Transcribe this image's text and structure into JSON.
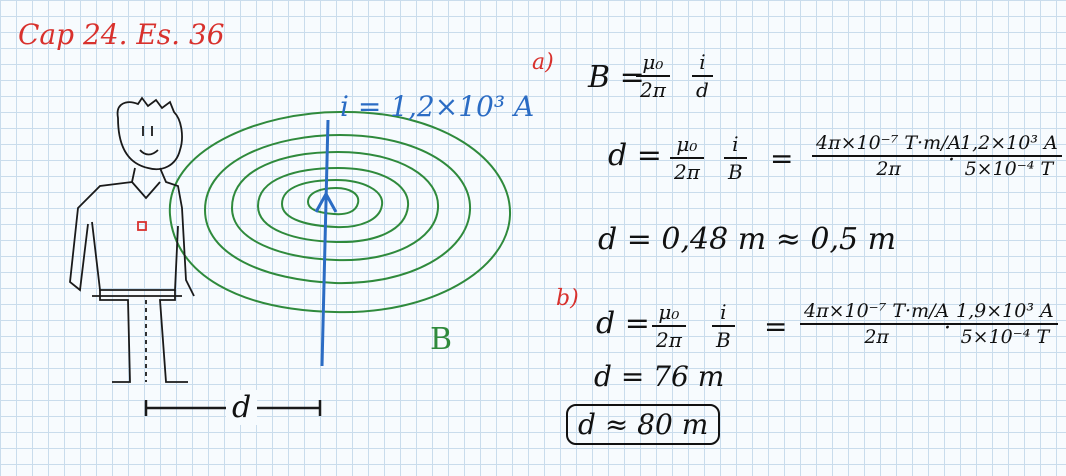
{
  "header": {
    "title": "Cap 24. Es. 36"
  },
  "diagram": {
    "current_label": "i = 1,2×10³ A",
    "field_label": "B",
    "distance_label": "d",
    "colors": {
      "current": "#2b6cc4",
      "field": "#2f8a3c",
      "title": "#d8312d",
      "ink": "#111111"
    }
  },
  "part_a": {
    "label": "a)",
    "formula": {
      "lhs": "B =",
      "mu0": "μ₀",
      "two_pi": "2π",
      "i": "i",
      "d": "d"
    },
    "solve": {
      "lhs": "d =",
      "mu0": "μ₀",
      "two_pi": "2π",
      "i": "i",
      "B": "B",
      "eq": "=",
      "num": "4π×10⁻⁷ T·m/A",
      "den": "2π",
      "dot": "·",
      "num2": "1,2×10³ A",
      "den2": "5×10⁻⁴ T"
    },
    "result": "d = 0,48 m ≈ 0,5 m"
  },
  "part_b": {
    "label": "b)",
    "solve": {
      "lhs": "d =",
      "mu0": "μ₀",
      "two_pi": "2π",
      "i": "i",
      "B": "B",
      "eq": "=",
      "num": "4π×10⁻⁷ T·m/A",
      "den": "2π",
      "dot": "·",
      "num2": "1,9×10³ A",
      "den2": "5×10⁻⁴ T"
    },
    "result": "d = 76 m",
    "final": "d ≈ 80 m"
  }
}
